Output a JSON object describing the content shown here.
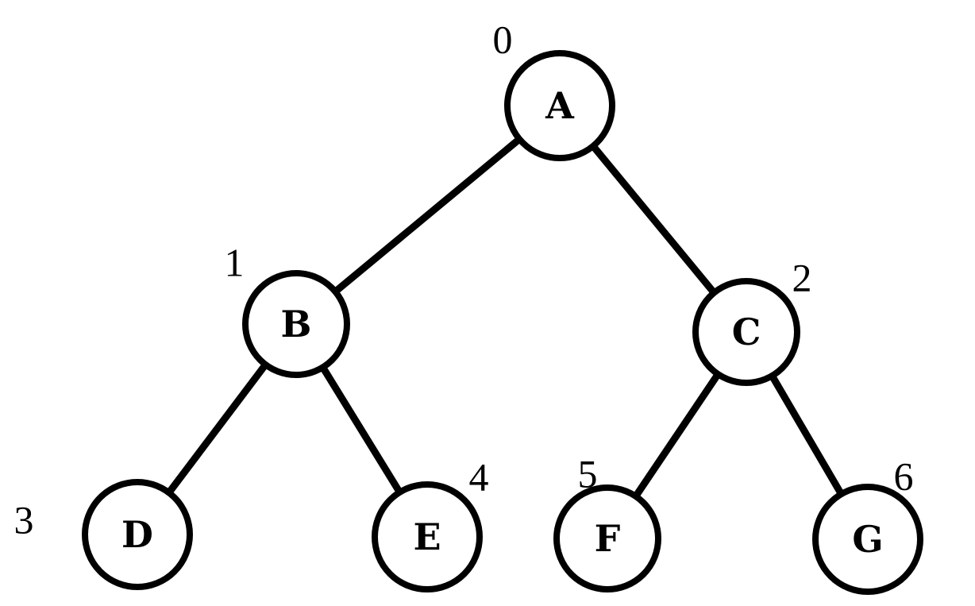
{
  "colors": {
    "background": "#ffffff",
    "stroke": "#000000",
    "text": "#000000"
  },
  "nodes": [
    {
      "id": "A",
      "label": "A",
      "index": "0"
    },
    {
      "id": "B",
      "label": "B",
      "index": "1"
    },
    {
      "id": "C",
      "label": "C",
      "index": "2"
    },
    {
      "id": "D",
      "label": "D",
      "index": "3"
    },
    {
      "id": "E",
      "label": "E",
      "index": "4"
    },
    {
      "id": "F",
      "label": "F",
      "index": "5"
    },
    {
      "id": "G",
      "label": "G",
      "index": "6"
    }
  ],
  "edges": [
    {
      "from": "A",
      "to": "B"
    },
    {
      "from": "A",
      "to": "C"
    },
    {
      "from": "B",
      "to": "D"
    },
    {
      "from": "B",
      "to": "E"
    },
    {
      "from": "C",
      "to": "F"
    },
    {
      "from": "C",
      "to": "G"
    }
  ]
}
